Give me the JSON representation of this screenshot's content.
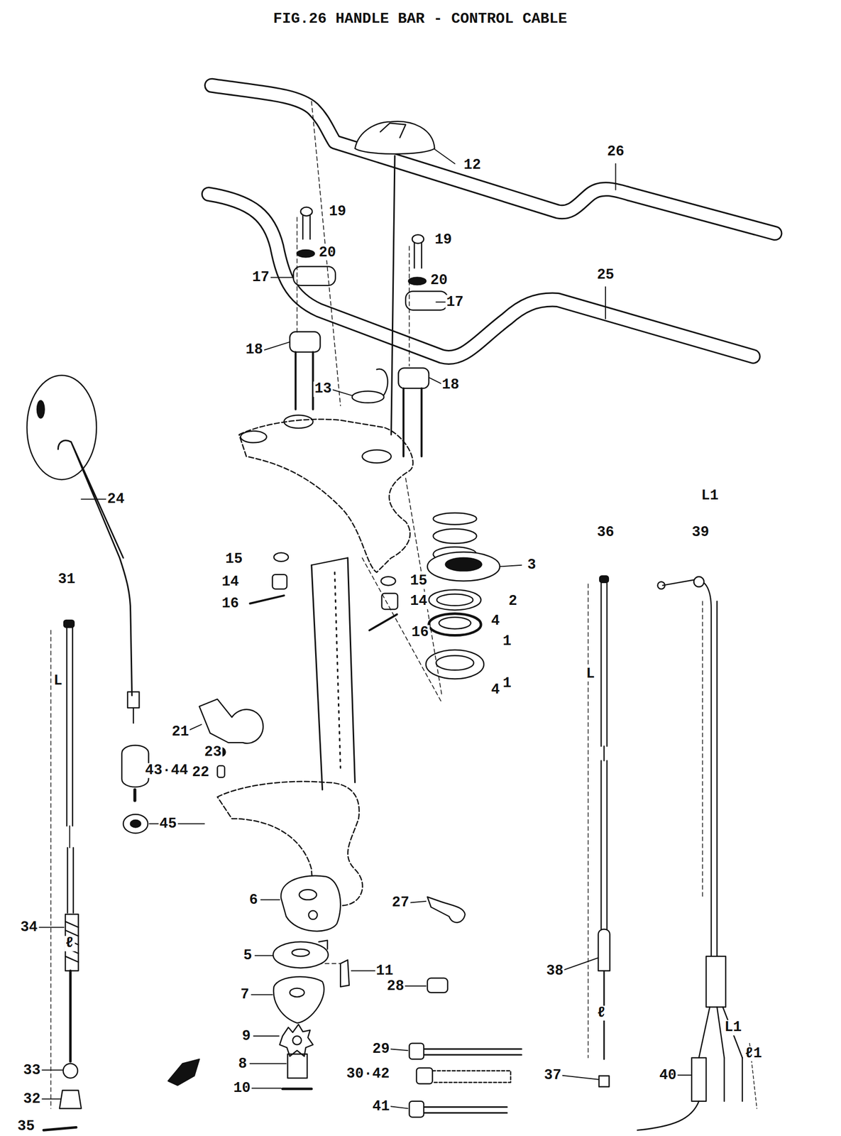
{
  "diagram": {
    "title": "FIG.26 HANDLE BAR - CONTROL CABLE",
    "labels": [
      "12",
      "26",
      "19",
      "19",
      "20",
      "20",
      "17",
      "17",
      "25",
      "18",
      "18",
      "13",
      "24",
      "36",
      "39",
      "3",
      "15",
      "15",
      "14",
      "14",
      "2",
      "4",
      "16",
      "16",
      "1",
      "1",
      "4",
      "31",
      "21",
      "23",
      "43·44",
      "22",
      "45",
      "6",
      "27",
      "34",
      "5",
      "11",
      "38",
      "7",
      "28",
      "9",
      "29",
      "8",
      "30·42",
      "37",
      "40",
      "33",
      "10",
      "41",
      "32",
      "35",
      "L",
      "L",
      "L1",
      "L1",
      "ℓ",
      "ℓ",
      "ℓ1"
    ]
  }
}
